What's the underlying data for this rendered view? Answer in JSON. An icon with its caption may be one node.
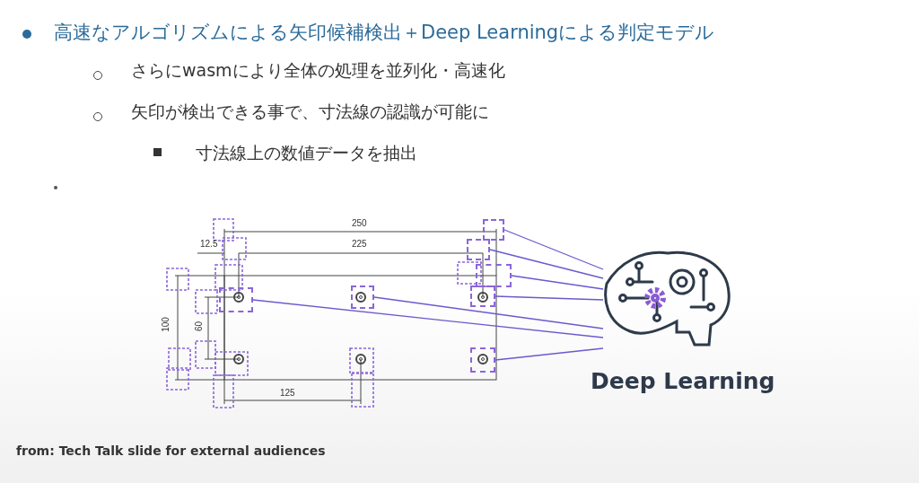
{
  "diagram": {
    "nodes": [
      {
        "text": [],
        "shape": "box"
      },
      {
        "text": [],
        "shape": "box"
      },
      {
        "text": [],
        "shape": "box"
      },
      {
        "text": [],
        "shape": "box"
      },
      {
        "text": [],
        "shape": "box"
      },
      {
        "text": [],
        "shape": "box"
      },
      {
        "text": [],
        "shape": "box"
      },
      {
        "text": [
          "Deep Learning"
        ]
      }
    ],
    "edges": [
      {
        "from": 0,
        "to": 7,
        "arrow": "none"
      },
      {
        "from": 1,
        "to": 7,
        "arrow": "none"
      },
      {
        "from": 2,
        "to": 7,
        "arrow": "none"
      },
      {
        "from": 3,
        "to": 7,
        "arrow": "none"
      },
      {
        "from": 4,
        "to": 7,
        "arrow": "none"
      },
      {
        "from": 5,
        "to": 7,
        "arrow": "none"
      },
      {
        "from": 6,
        "to": 7,
        "arrow": "none"
      }
    ],
    "labels": [
      "高速なアルゴリズムによる矢印候補検出＋Deep Learningによる判定モデル",
      "さらにwasmにより全体の処理を並列化・高速化",
      "矢印が検出できる事で、寸法線の認識が可能に",
      "寸法線上の数値データを抽出",
      "250",
      "12.5",
      "225",
      "100",
      "60",
      "125",
      "from: Tech Talk slide for external audiences"
    ]
  }
}
